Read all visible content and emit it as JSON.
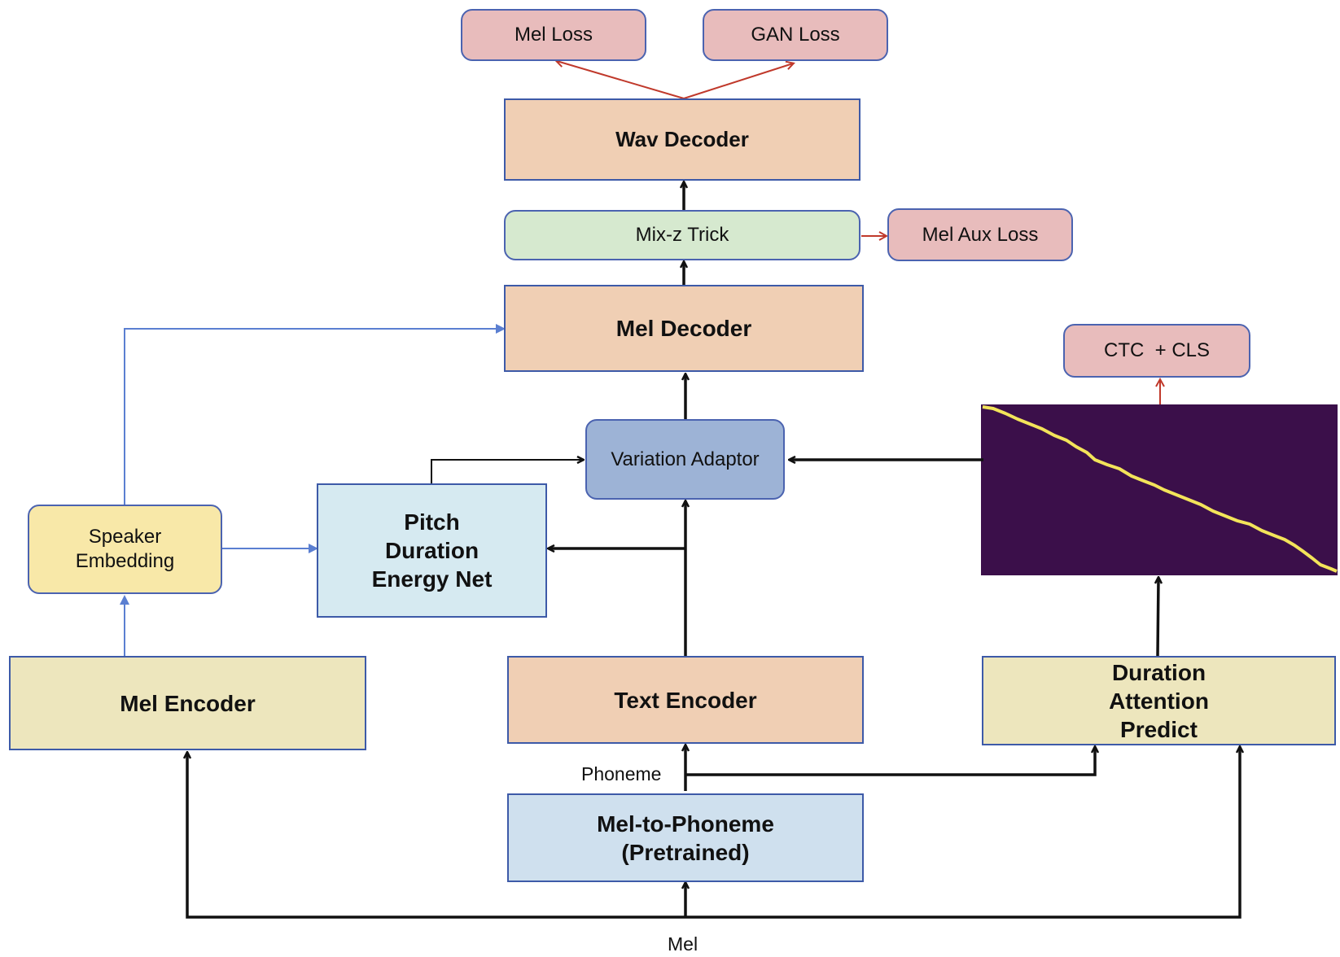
{
  "nodes": {
    "mel_loss": "Mel Loss",
    "gan_loss": "GAN Loss",
    "wav_decoder": "Wav Decoder",
    "mix_z_trick": "Mix-z Trick",
    "mel_aux_loss": "Mel Aux Loss",
    "mel_decoder": "Mel Decoder",
    "ctc_cls": "CTC  + CLS",
    "variation_adaptor": "Variation Adaptor",
    "speaker_embedding": [
      "Speaker",
      "Embedding"
    ],
    "pitch_duration_energy_net": [
      "Pitch",
      "Duration",
      "Energy Net"
    ],
    "mel_encoder": "Mel Encoder",
    "text_encoder": "Text Encoder",
    "duration_attention_predict": [
      "Duration",
      "Attention",
      "Predict"
    ],
    "mel_to_phoneme": [
      "Mel-to-Phoneme",
      "(Pretrained)"
    ]
  },
  "edge_labels": {
    "phoneme": "Phoneme",
    "mel": "Mel"
  },
  "colors": {
    "black_arrow": "#111111",
    "blue_arrow": "#5b7fd1",
    "red_arrow": "#c0392b",
    "alignment_bg": "#3b0f4a",
    "alignment_line": "#f3e45a"
  }
}
